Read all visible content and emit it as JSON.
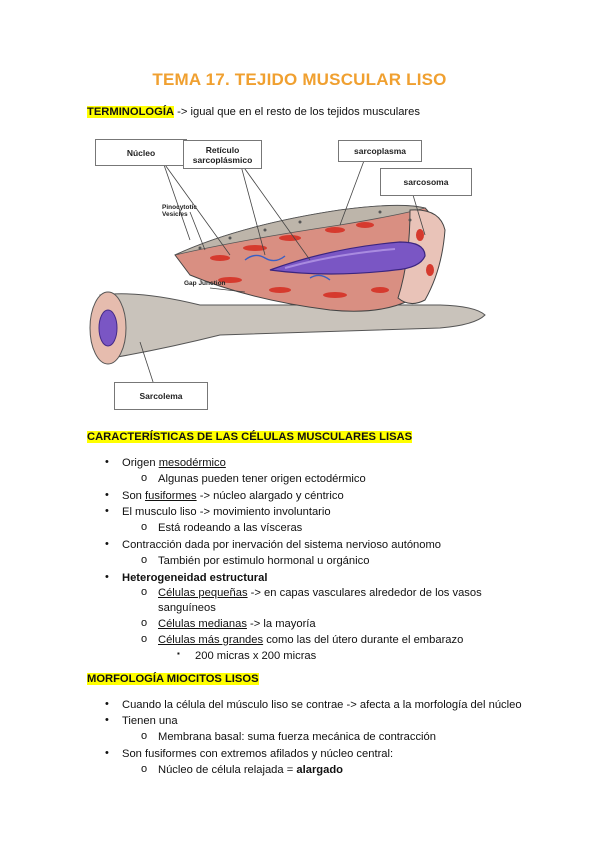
{
  "title": "TEMA 17. TEJIDO MUSCULAR LISO",
  "terminologia": {
    "label": "TERMINOLOGÍA",
    "text": " -> igual que en el resto de los tejidos musculares"
  },
  "figure": {
    "labels": {
      "nucleo": "Núcleo",
      "reticulo_1": "Retículo",
      "reticulo_2": "sarcoplásmico",
      "sarcoplasma": "sarcoplasma",
      "sarcosoma": "sarcosoma",
      "pinocytotic_1": "Pinocytotic",
      "pinocytotic_2": "Vesicles",
      "gap": "Gap Junction",
      "sarcolema": "Sarcolema"
    },
    "colors": {
      "muscle": "#d98f82",
      "muscle_light": "#e9c3b8",
      "nucleus": "#7a56c4",
      "fiber_red": "#d63a2e",
      "outer": "#b9b4ad"
    }
  },
  "caracteristicas": {
    "heading": "CARACTERÍSTICAS DE LAS CÉLULAS MUSCULARES LISAS",
    "items": {
      "origen_pre": "Origen ",
      "origen_u": "mesodérmico",
      "ecto": "Algunas pueden tener origen ectodérmico",
      "fusi_pre": "Son ",
      "fusi_u": "fusiformes",
      "fusi_post": " -> núcleo alargado y céntrico",
      "liso": "El musculo liso -> movimiento involuntario",
      "visceras": "Está rodeando a las vísceras",
      "contraccion": "Contracción dada por inervación del sistema nervioso autónomo",
      "hormonal": "También por estimulo hormonal u orgánico",
      "hetero": "Heterogeneidad estructural",
      "peq_u": "Células pequeñas",
      "peq_post": " -> en capas vasculares alrededor de los vasos",
      "peq_post2": "sanguíneos",
      "med_u": "Células medianas",
      "med_post": " -> la mayoría",
      "gra_u": "Células más grandes",
      "gra_post": " como las del útero durante el embarazo",
      "micras": "200 micras x 200 micras"
    }
  },
  "morfologia": {
    "heading": "MORFOLOGÍA MIOCITOS LISOS",
    "contrae": "Cuando la célula del músculo liso se contrae -> afecta a la morfología del núcleo",
    "tienen": "Tienen una",
    "membrana": "Membrana basal: suma fuerza mecánica de contracción",
    "fusiformes": "Son fusiformes con extremos afilados y núcleo central:",
    "relajada_pre": "Núcleo de célula relajada = ",
    "relajada_b": "alargado"
  },
  "bullets": {
    "level1": "•",
    "level2": "o",
    "level3": "▪"
  }
}
